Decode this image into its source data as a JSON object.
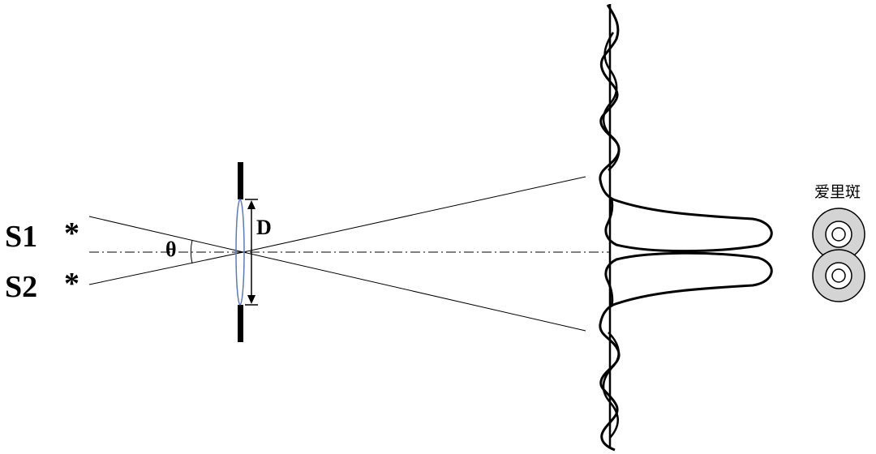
{
  "labels": {
    "source1": "S1",
    "source2": "S2",
    "source_marker": "*",
    "angle": "θ",
    "aperture": "D",
    "airy_disk": "爱里斑"
  },
  "colors": {
    "ink": "#000000",
    "lens": "#5b78c9",
    "disk_fill": "#d4d4d4"
  }
}
